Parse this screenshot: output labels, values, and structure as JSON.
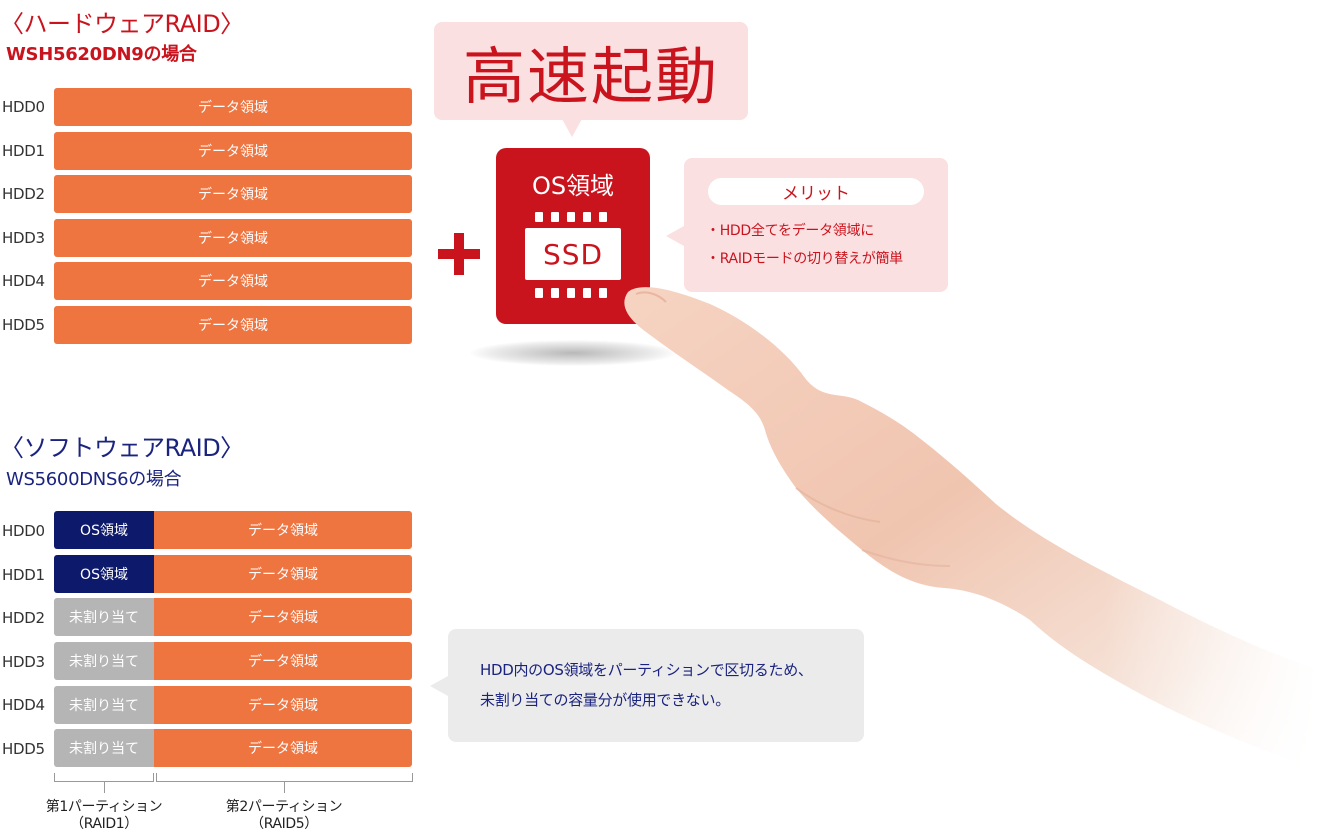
{
  "hardware": {
    "title": "〈ハードウェアRAID〉",
    "subtitle": "WSH5620DN9の場合",
    "title_color": "#c9141e",
    "rows": [
      {
        "label": "HDD0",
        "data": "データ領域"
      },
      {
        "label": "HDD1",
        "data": "データ領域"
      },
      {
        "label": "HDD2",
        "data": "データ領域"
      },
      {
        "label": "HDD3",
        "data": "データ領域"
      },
      {
        "label": "HDD4",
        "data": "データ領域"
      },
      {
        "label": "HDD5",
        "data": "データ領域"
      }
    ]
  },
  "software": {
    "title": "〈ソフトウェアRAID〉",
    "subtitle": "WS5600DNS6の場合",
    "title_color": "#1a237e",
    "rows": [
      {
        "label": "HDD0",
        "first": "OS領域",
        "first_type": "os",
        "data": "データ領域"
      },
      {
        "label": "HDD1",
        "first": "OS領域",
        "first_type": "os",
        "data": "データ領域"
      },
      {
        "label": "HDD2",
        "first": "未割り当て",
        "first_type": "unassigned",
        "data": "データ領域"
      },
      {
        "label": "HDD3",
        "first": "未割り当て",
        "first_type": "unassigned",
        "data": "データ領域"
      },
      {
        "label": "HDD4",
        "first": "未割り当て",
        "first_type": "unassigned",
        "data": "データ領域"
      },
      {
        "label": "HDD5",
        "first": "未割り当て",
        "first_type": "unassigned",
        "data": "データ領域"
      }
    ],
    "partition1": {
      "name": "第1パーティション",
      "raid": "（RAID1）"
    },
    "partition2": {
      "name": "第2パーティション",
      "raid": "（RAID5）"
    },
    "note": [
      "HDD内のOS領域をパーティションで区切るため、",
      "未割り当ての容量分が使用できない。"
    ]
  },
  "callout": {
    "headline": "高速起動",
    "ssd_area": "OS領域",
    "ssd_label": "SSD",
    "merit_title": "メリット",
    "merits": [
      "・HDD全てをデータ領域に",
      "・RAIDモードの切り替えが簡単"
    ]
  },
  "colors": {
    "data_area": "#ee7440",
    "os_area": "#0d1a6b",
    "unassigned": "#b5b5b5",
    "accent_red": "#c9141e",
    "pink_bubble": "#fbe0e2"
  },
  "icons": [
    "plus-icon",
    "ssd-icon",
    "pointing-hand-image"
  ]
}
